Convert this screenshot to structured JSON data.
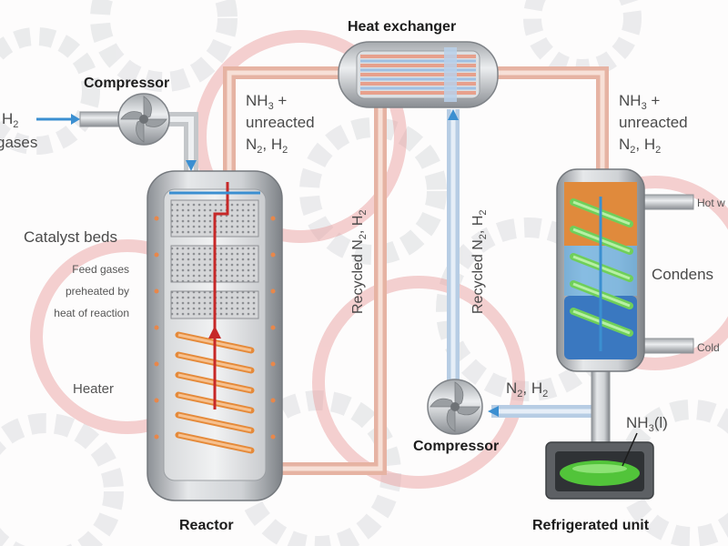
{
  "labels": {
    "heat_exchanger": "Heat exchanger",
    "compressor_top": "Compressor",
    "compressor_bottom": "Compressor",
    "reactor": "Reactor",
    "refrigerated_unit": "Refrigerated unit",
    "condenser": "Condens",
    "catalyst_beds": "Catalyst beds",
    "feed_gases_1": "Feed gases",
    "feed_gases_2": "preheated by",
    "feed_gases_3": "heat of reaction",
    "heater": "Heater",
    "input_h2": "H",
    "input_gases": "gases",
    "nh3_left_1": "NH",
    "nh3_left_2": "unreacted",
    "n2h2_left": "N",
    "nh3_right_1": "NH",
    "nh3_right_2": "unreacted",
    "n2h2_right": "N",
    "recycled_left": "Recycled N",
    "recycled_right": "Recycled N",
    "n2h2_bottom": "N",
    "hot_water": "Hot w",
    "cold_water": "Cold",
    "nh3_liquid": "NH",
    "sub_2": "2",
    "sub_3": "3",
    "plus": "+",
    "comma_h": ", H",
    "liquid_state": "(l)"
  },
  "colors": {
    "warm_pipe": "#e8b8a8",
    "cool_pipe": "#b9cfe6",
    "steel": "#c7c9cc",
    "heater_coil": "#f0a060",
    "condenser_coil": "#7fd06a",
    "condenser_blue": "#3a78c0",
    "condenser_orange": "#e08a3c",
    "flow_arrow_blue": "#3b8fd1",
    "flow_arrow_red": "#c62828",
    "ammonia_green": "#52c43a"
  }
}
